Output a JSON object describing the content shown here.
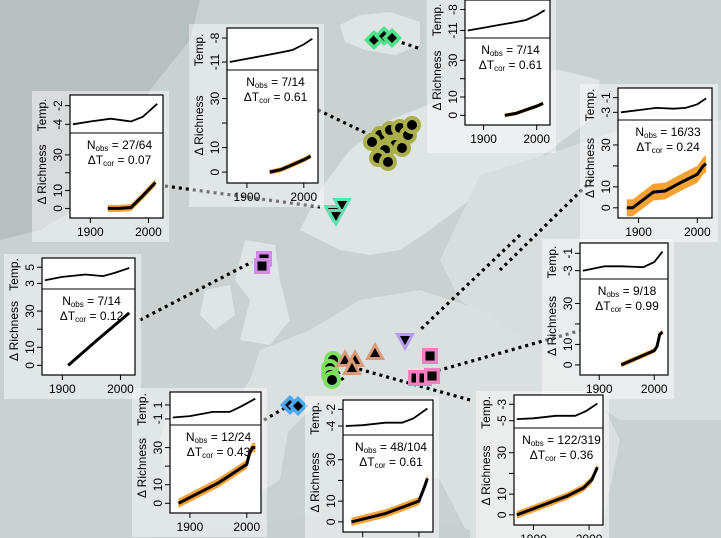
{
  "colors": {
    "sea": "#c9d1d1",
    "land": "#dde3e3",
    "land_dark": "#a9b3b1",
    "panel_bg": "#ffffff",
    "line": "#000000",
    "ribbon": "#f5a133",
    "dots": "#000000"
  },
  "labels": {
    "temp": "Temp.",
    "richness": "Δ Richness",
    "nobs_prefix": "N",
    "nobs_sub": "obs",
    "dt_prefix": "ΔT",
    "dt_sub": "cor"
  },
  "chart_data": [
    {
      "id": "scandes-north",
      "type": "line",
      "region_marker": {
        "shape": "circle",
        "color": "#a9b04a"
      },
      "nobs": "7/14",
      "dtcor": "0.61",
      "temp_ticks": [
        "-11",
        "-8"
      ],
      "temp_range": [
        -11.5,
        -7.5
      ],
      "temp_series": {
        "x": [
          1870,
          1900,
          1930,
          1960,
          1980,
          2000,
          2015
        ],
        "y": [
          -11.0,
          -10.6,
          -10.2,
          -9.8,
          -9.5,
          -8.8,
          -8.1
        ]
      },
      "richness_ticks": [
        "0",
        "10",
        "30"
      ],
      "richness_range": [
        -2,
        40
      ],
      "richness_series": {
        "x": [
          1940,
          1960,
          1980,
          2000,
          2012
        ],
        "y": [
          0,
          1,
          3,
          5,
          6.5
        ],
        "band": 1
      }
    },
    {
      "id": "iceland",
      "type": "line",
      "region_marker": {
        "shape": "diamond",
        "color": "#4fe08a"
      },
      "nobs": "7/14",
      "dtcor": "0.61",
      "temp_ticks": [
        "-11",
        "-8"
      ],
      "temp_range": [
        -11.5,
        -7.5
      ],
      "temp_series": {
        "x": [
          1870,
          1900,
          1930,
          1960,
          1980,
          2000,
          2015
        ],
        "y": [
          -11.0,
          -10.6,
          -10.2,
          -9.8,
          -9.5,
          -8.8,
          -8.1
        ]
      },
      "richness_ticks": [
        "0",
        "10",
        "30"
      ],
      "richness_range": [
        -2,
        40
      ],
      "richness_series": {
        "x": [
          1940,
          1960,
          1980,
          2000,
          2012
        ],
        "y": [
          0,
          1,
          3,
          5,
          6.5
        ],
        "band": 1
      }
    },
    {
      "id": "scandes-south",
      "type": "line",
      "region_marker": {
        "shape": "triangle-down",
        "color": "#5fe0b0"
      },
      "nobs": "27/64",
      "dtcor": "0.07",
      "temp_ticks": [
        "-4",
        "-2"
      ],
      "temp_range": [
        -4.5,
        -1.5
      ],
      "temp_series": {
        "x": [
          1870,
          1900,
          1935,
          1970,
          1990,
          2015
        ],
        "y": [
          -4.0,
          -3.7,
          -3.4,
          -3.7,
          -3.2,
          -1.8
        ]
      },
      "richness_ticks": [
        "0",
        "10",
        "30"
      ],
      "richness_range": [
        -2,
        40
      ],
      "richness_series": {
        "x": [
          1930,
          1950,
          1970,
          1990,
          2012
        ],
        "y": [
          0,
          0,
          0.5,
          7,
          14.5
        ],
        "band": 2
      }
    },
    {
      "id": "fennoscandia-east",
      "type": "line",
      "region_marker": {
        "shape": "none",
        "color": "#000000"
      },
      "nobs": "16/33",
      "dtcor": "0.24",
      "temp_ticks": [
        "-3",
        "-1"
      ],
      "temp_range": [
        -3.5,
        -0.5
      ],
      "temp_series": {
        "x": [
          1870,
          1900,
          1930,
          1960,
          1980,
          2000,
          2015
        ],
        "y": [
          -3.0,
          -2.7,
          -2.4,
          -2.5,
          -2.4,
          -1.9,
          -1.1
        ]
      },
      "richness_ticks": [
        "0",
        "10",
        "30"
      ],
      "richness_range": [
        -2,
        40
      ],
      "richness_series": {
        "x": [
          1880,
          1890,
          1925,
          1945,
          1975,
          2000,
          2010,
          2015
        ],
        "y": [
          0,
          0,
          7.5,
          8,
          12.5,
          16,
          20,
          21
        ],
        "band": 4
      }
    },
    {
      "id": "scotland",
      "type": "line",
      "region_marker": {
        "shape": "square",
        "color": "#d18ae8"
      },
      "nobs": "7/14",
      "dtcor": "0.12",
      "temp_ticks": [
        "3",
        "5"
      ],
      "temp_range": [
        2.8,
        5.4
      ],
      "temp_series": {
        "x": [
          1870,
          1900,
          1940,
          1970,
          1990,
          2015
        ],
        "y": [
          3.4,
          3.8,
          4.1,
          3.9,
          4.3,
          4.9
        ]
      },
      "richness_ticks": [
        "0",
        "10",
        "30"
      ],
      "richness_range": [
        -2,
        40
      ],
      "richness_series": {
        "x": [
          1910,
          1960,
          2015
        ],
        "y": [
          0,
          14,
          29
        ],
        "band": 0.5
      }
    },
    {
      "id": "carpathians",
      "type": "line",
      "region_marker": {
        "shape": "square",
        "color": "#f080c0"
      },
      "nobs": "9/18",
      "dtcor": "0.99",
      "temp_ticks": [
        "-3",
        "-1"
      ],
      "temp_range": [
        -3.5,
        -0.5
      ],
      "temp_series": {
        "x": [
          1870,
          1910,
          1940,
          1980,
          2000,
          2015
        ],
        "y": [
          -3.0,
          -2.5,
          -2.5,
          -2.6,
          -2.0,
          -0.8
        ]
      },
      "richness_ticks": [
        "0",
        "10",
        "30"
      ],
      "richness_range": [
        -2,
        40
      ],
      "richness_series": {
        "x": [
          1940,
          2000,
          2005,
          2010,
          2015
        ],
        "y": [
          0,
          7,
          9,
          15,
          16
        ],
        "band": 1.2
      }
    },
    {
      "id": "pyrenees",
      "type": "line",
      "region_marker": {
        "shape": "diamond",
        "color": "#4aa8ee"
      },
      "nobs": "12/24",
      "dtcor": "0.43",
      "temp_ticks": [
        "-1",
        "1"
      ],
      "temp_range": [
        -1.3,
        2.0
      ],
      "temp_series": {
        "x": [
          1870,
          1900,
          1940,
          1970,
          1990,
          2015
        ],
        "y": [
          -0.8,
          -0.6,
          0.0,
          0.0,
          0.8,
          1.9
        ]
      },
      "richness_ticks": [
        "0",
        "10",
        "30"
      ],
      "richness_range": [
        -2,
        40
      ],
      "richness_series": {
        "x": [
          1880,
          1950,
          2000,
          2005,
          2010,
          2015
        ],
        "y": [
          0,
          11,
          21,
          27,
          30,
          30
        ],
        "band": 2.5
      }
    },
    {
      "id": "alps-west",
      "type": "line",
      "region_marker": {
        "shape": "circle",
        "color": "#7fe060"
      },
      "nobs": "48/104",
      "dtcor": "0.61",
      "temp_ticks": [
        "-4",
        "-2"
      ],
      "temp_range": [
        -4.6,
        -1.6
      ],
      "temp_series": {
        "x": [
          1870,
          1900,
          1940,
          1970,
          1990,
          2015
        ],
        "y": [
          -4.0,
          -3.9,
          -3.6,
          -3.6,
          -3.1,
          -1.9
        ]
      },
      "richness_ticks": [
        "0",
        "10",
        "30"
      ],
      "richness_range": [
        -2,
        40
      ],
      "richness_series": {
        "x": [
          1880,
          1940,
          2000,
          2010,
          2015
        ],
        "y": [
          0,
          4,
          10,
          17,
          21
        ],
        "band": 2
      }
    },
    {
      "id": "alps-east",
      "type": "line",
      "region_marker": {
        "shape": "triangle-up",
        "color": "#d89a78"
      },
      "nobs": "122/319",
      "dtcor": "0.36",
      "temp_ticks": [
        "-5",
        "-3"
      ],
      "temp_range": [
        -5.4,
        -2.6
      ],
      "temp_series": {
        "x": [
          1870,
          1900,
          1940,
          1975,
          1995,
          2015
        ],
        "y": [
          -4.8,
          -4.7,
          -4.4,
          -4.4,
          -3.8,
          -2.9
        ]
      },
      "richness_ticks": [
        "0",
        "10",
        "30"
      ],
      "richness_range": [
        -2,
        40
      ],
      "richness_series": {
        "x": [
          1870,
          1920,
          1960,
          1990,
          2005,
          2015
        ],
        "y": [
          0,
          5,
          9,
          13,
          17,
          23
        ],
        "band": 1.8
      }
    }
  ],
  "x_ticks": [
    "1900",
    "2000"
  ],
  "x_range": [
    1865,
    2025
  ]
}
